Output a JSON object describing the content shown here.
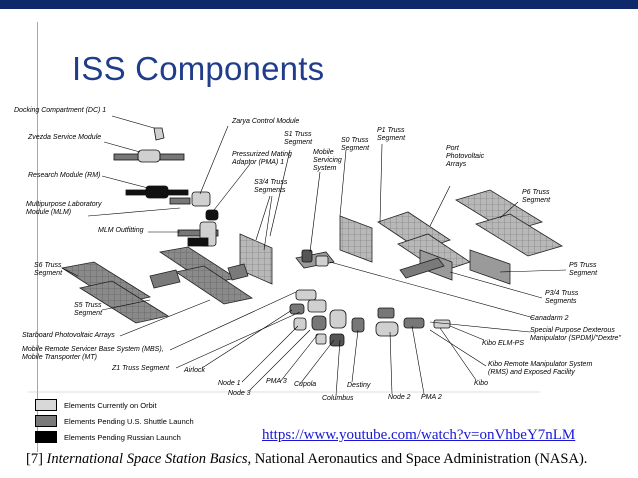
{
  "slide": {
    "title": "ISS Components",
    "link": "https://www.youtube.com/watch?v=onVhbeY7nLM",
    "citation_prefix": "[7] ",
    "citation_italic": "International Space Station Basics",
    "citation_rest": ", National Aeronautics and Space Administration (NASA)."
  },
  "diagram": {
    "labels": {
      "docking_compartment": "Docking Compartment (DC) 1",
      "zvezda": "Zvezda Service Module",
      "research_module": "Research Module (RM)",
      "mlm": "Multipurpose Laboratory\nModule (MLM)",
      "mlm_outfitting": "MLM Outfitting",
      "zarya": "Zarya Control Module",
      "s1_truss": "S1 Truss\nSegment",
      "pma1": "Pressurized Mating\nAdaptor (PMA) 1",
      "mobile_servicing": "Mobile\nServicing\nSystem",
      "s0_truss": "S0 Truss\nSegment",
      "p1_truss": "P1 Truss\nSegment",
      "port_arrays": "Port\nPhotovoltaic\nArrays",
      "s34_truss": "S3/4 Truss\nSegments",
      "p6_truss": "P6 Truss\nSegment",
      "s6_truss": "S6 Truss\nSegment",
      "p5_truss": "P5 Truss\nSegment",
      "s5_truss": "S5 Truss\nSegment",
      "p34_truss": "P3/4 Truss\nSegments",
      "canadarm2": "Canadarm 2",
      "starboard_arrays": "Starboard Photovoltaic Arrays",
      "spdm": "Special Purpose Dexterous\nManipulator (SPDM)/\"Dextre\"",
      "mbs": "Mobile Remote Servicer Base System (MBS),\nMobile Transporter (MT)",
      "kibo_elm": "Kibo ELM-PS",
      "z1_truss": "Z1 Truss Segment",
      "airlock": "Airlock",
      "kibo_rms": "Kibo Remote Manipulator System\n(RMS) and Exposed Facility",
      "node1": "Node 1",
      "node3": "Node 3",
      "pma3": "PMA 3",
      "cupola": "Cupola",
      "columbus": "Columbus",
      "destiny": "Destiny",
      "node2": "Node 2",
      "pma2": "PMA 2",
      "kibo": "Kibo"
    },
    "legend": [
      {
        "label": "Elements Currently on Orbit",
        "color": "#d8d8d8"
      },
      {
        "label": "Elements Pending U.S. Shuttle Launch",
        "color": "#7a7a7a"
      },
      {
        "label": "Elements Pending Russian Launch",
        "color": "#000000"
      }
    ]
  }
}
